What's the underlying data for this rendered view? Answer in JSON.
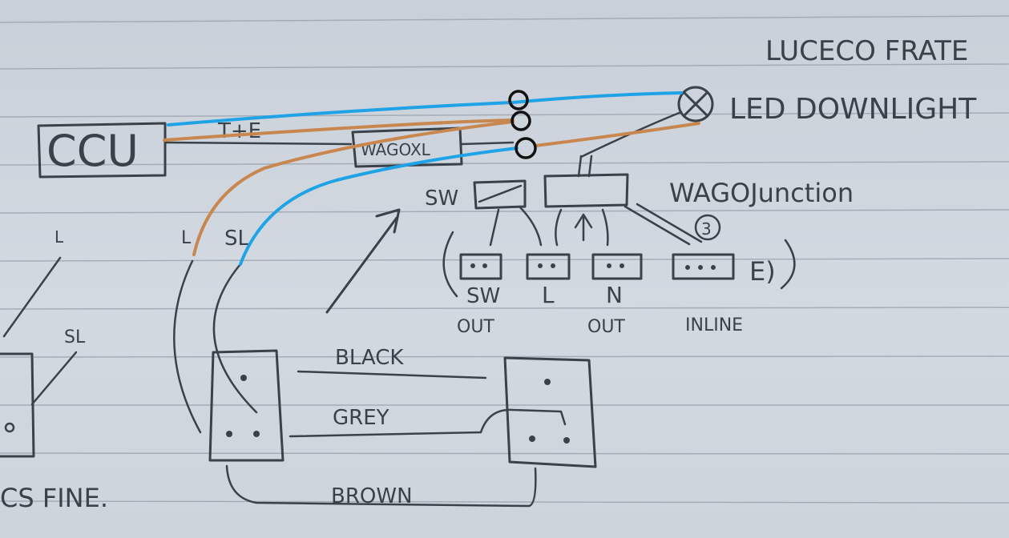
{
  "labels": {
    "title": "LUCECO FRATE",
    "led": "LED DOWNLIGHT",
    "ccu": "CCU",
    "te": "T+E",
    "wago_box": "WAGOXL",
    "wago_junction": "WAGOJunction",
    "sw": "SW",
    "l_left": "L",
    "l_mid": "L",
    "sl_mid": "SL",
    "sl_left": "SL",
    "circled_3": "3",
    "term_sw": "SW",
    "term_l": "L",
    "term_n": "N",
    "term_e": "E)",
    "out1": "OUT",
    "out2": "OUT",
    "inline": "INLINE",
    "black": "BLACK",
    "grey": "GREY",
    "brown": "BROWN",
    "bottom_fine": "CS FINE."
  },
  "colors": {
    "ink": "#3b4149",
    "paper": "#cfd6de",
    "rule_line": "#9aa3ad",
    "blue_wire": "#1fa3e6",
    "orange_wire": "#c98750",
    "marker_ring": "#111111"
  }
}
